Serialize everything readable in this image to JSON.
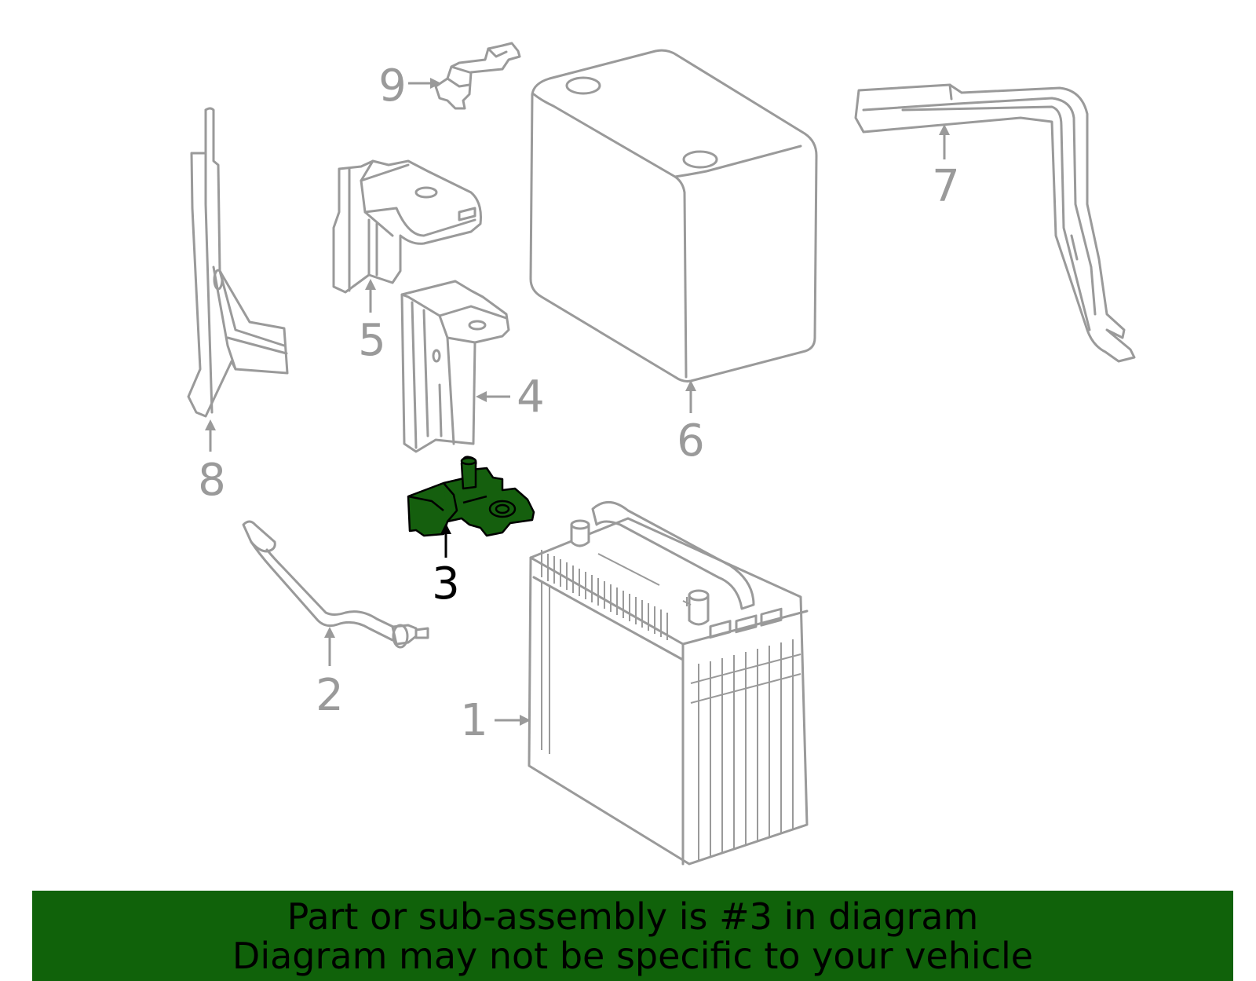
{
  "diagram": {
    "callouts": [
      {
        "id": "1",
        "label": "1"
      },
      {
        "id": "2",
        "label": "2"
      },
      {
        "id": "3",
        "label": "3"
      },
      {
        "id": "4",
        "label": "4"
      },
      {
        "id": "5",
        "label": "5"
      },
      {
        "id": "6",
        "label": "6"
      },
      {
        "id": "7",
        "label": "7"
      },
      {
        "id": "8",
        "label": "8"
      },
      {
        "id": "9",
        "label": "9"
      }
    ],
    "highlighted_part": "3",
    "colors": {
      "line": "#9a9a9a",
      "highlight_fill": "#155f0e",
      "banner_bg": "#10620a",
      "active_text": "#000000"
    }
  },
  "banner": {
    "line1": "Part or sub-assembly is #3 in diagram",
    "line2": "Diagram may not be specific to your vehicle"
  }
}
